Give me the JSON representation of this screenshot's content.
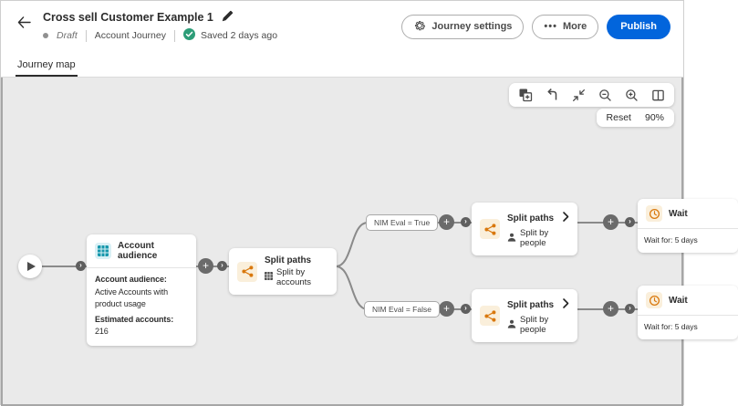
{
  "header": {
    "title": "Cross sell Customer Example 1",
    "status_state": "Draft",
    "journey_type": "Account Journey",
    "saved_status": "Saved 2 days ago",
    "journey_settings_label": "Journey settings",
    "more_label": "More",
    "more_icon": "•••",
    "publish_label": "Publish"
  },
  "tabs": {
    "journey_map": "Journey map"
  },
  "canvas": {
    "toolbar_icons": [
      "duplicate-add",
      "undo-arrow",
      "collapse",
      "zoom-out",
      "zoom-in",
      "minimap"
    ],
    "zoom_controls": {
      "reset_label": "Reset",
      "zoom_level": "90%"
    },
    "icons": {
      "plus": "+",
      "chevron_marker": "›"
    },
    "branch_labels": {
      "true_label": "NIM Eval = True",
      "false_label": "NIM Eval = False"
    },
    "nodes": {
      "account_audience": {
        "title": "Account audience",
        "audience_label": "Account audience:",
        "audience_value": " Active Accounts with product usage",
        "estimated_label": "Estimated accounts:",
        "estimated_value": " 216"
      },
      "split_accounts": {
        "title": "Split paths",
        "subtitle": "Split by accounts"
      },
      "split_people_top": {
        "title": "Split paths",
        "subtitle": "Split by people"
      },
      "split_people_bottom": {
        "title": "Split paths",
        "subtitle": "Split by people"
      },
      "wait_top": {
        "title": "Wait",
        "body": "Wait for: 5 days"
      },
      "wait_bottom": {
        "title": "Wait",
        "body": "Wait for: 5 days"
      }
    }
  },
  "colors": {
    "accent_blue": "#0265DC",
    "success_green": "#2D9D78",
    "node_orange": "#D9780D",
    "node_orange_bg": "#FAEFDB",
    "node_teal": "#1697AC",
    "node_teal_bg": "#D9F0F5",
    "canvas_bg": "#EAEAEA",
    "connector_gray": "#8A8A8A"
  }
}
